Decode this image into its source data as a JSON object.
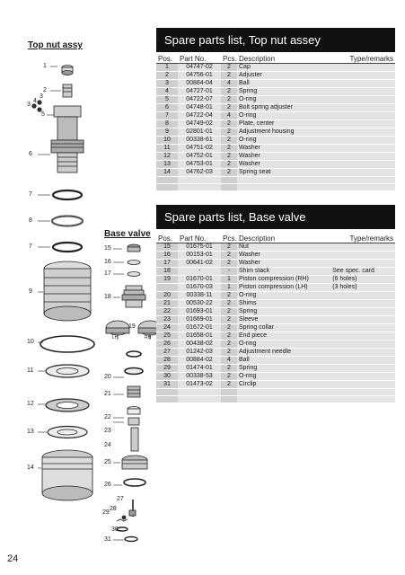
{
  "headings": {
    "top_nut": "Top nut assy",
    "base_valve": "Base valve"
  },
  "top_panel": {
    "title": "Spare parts list, Top nut assey",
    "headers": {
      "pos": "Pos.",
      "part": "Part No.",
      "pcs": "Pcs.",
      "desc": "Description",
      "type": "Type/remarks"
    },
    "rows": [
      {
        "pos": "1",
        "part": "04747-02",
        "pcs": "2",
        "desc": "Cap",
        "type": ""
      },
      {
        "pos": "2",
        "part": "04756-01",
        "pcs": "2",
        "desc": "Adjuster",
        "type": ""
      },
      {
        "pos": "3",
        "part": "00884-04",
        "pcs": "4",
        "desc": "Ball",
        "type": ""
      },
      {
        "pos": "4",
        "part": "04727-01",
        "pcs": "2",
        "desc": "Spring",
        "type": ""
      },
      {
        "pos": "5",
        "part": "04722-07",
        "pcs": "2",
        "desc": "O-ring",
        "type": ""
      },
      {
        "pos": "6",
        "part": "04748-01",
        "pcs": "2",
        "desc": "Bolt spring adjuster",
        "type": ""
      },
      {
        "pos": "7",
        "part": "04722-04",
        "pcs": "4",
        "desc": "O-ring",
        "type": ""
      },
      {
        "pos": "8",
        "part": "04749-02",
        "pcs": "2",
        "desc": "Plate, center",
        "type": ""
      },
      {
        "pos": "9",
        "part": "02801-01",
        "pcs": "2",
        "desc": "Adjustment housing",
        "type": ""
      },
      {
        "pos": "10",
        "part": "00338-61",
        "pcs": "2",
        "desc": "O-ring",
        "type": ""
      },
      {
        "pos": "11",
        "part": "04751-02",
        "pcs": "2",
        "desc": "Washer",
        "type": ""
      },
      {
        "pos": "12",
        "part": "04752-01",
        "pcs": "2",
        "desc": "Washer",
        "type": ""
      },
      {
        "pos": "13",
        "part": "04753-01",
        "pcs": "2",
        "desc": "Washer",
        "type": ""
      },
      {
        "pos": "14",
        "part": "04762-03",
        "pcs": "2",
        "desc": "Spring seat",
        "type": ""
      }
    ]
  },
  "base_panel": {
    "title": "Spare parts list, Base valve",
    "headers": {
      "pos": "Pos.",
      "part": "Part No.",
      "pcs": "Pcs.",
      "desc": "Description",
      "type": "Type/remarks"
    },
    "rows": [
      {
        "pos": "15",
        "part": "01675-01",
        "pcs": "2",
        "desc": "Nut",
        "type": ""
      },
      {
        "pos": "16",
        "part": "00153-01",
        "pcs": "2",
        "desc": "Washer",
        "type": ""
      },
      {
        "pos": "17",
        "part": "00641-02",
        "pcs": "2",
        "desc": "Washer",
        "type": ""
      },
      {
        "pos": "18",
        "part": "-",
        "pcs": "-",
        "desc": "Shim stack",
        "type": "See spec. card"
      },
      {
        "pos": "19",
        "part": "01670-01",
        "pcs": "1",
        "desc": "Piston compression (RH)",
        "type": "(6 holes)"
      },
      {
        "pos": "",
        "part": "01670-03",
        "pcs": "1",
        "desc": "Piston compression (LH)",
        "type": "(3 holes)"
      },
      {
        "pos": "20",
        "part": "00338-11",
        "pcs": "2",
        "desc": "O-ring",
        "type": ""
      },
      {
        "pos": "21",
        "part": "00530-22",
        "pcs": "2",
        "desc": "Shims",
        "type": ""
      },
      {
        "pos": "22",
        "part": "01693-01",
        "pcs": "2",
        "desc": "Spring",
        "type": ""
      },
      {
        "pos": "23",
        "part": "01669-01",
        "pcs": "2",
        "desc": "Sleeve",
        "type": ""
      },
      {
        "pos": "24",
        "part": "01672-01",
        "pcs": "2",
        "desc": "Spring collar",
        "type": ""
      },
      {
        "pos": "25",
        "part": "01658-01",
        "pcs": "2",
        "desc": "End piece",
        "type": ""
      },
      {
        "pos": "26",
        "part": "00438-02",
        "pcs": "2",
        "desc": "O-ring",
        "type": ""
      },
      {
        "pos": "27",
        "part": "01242-03",
        "pcs": "2",
        "desc": "Adjustment needle",
        "type": ""
      },
      {
        "pos": "28",
        "part": "00884-02",
        "pcs": "4",
        "desc": "Ball",
        "type": ""
      },
      {
        "pos": "29",
        "part": "01474-01",
        "pcs": "2",
        "desc": "Spring",
        "type": ""
      },
      {
        "pos": "30",
        "part": "00338-53",
        "pcs": "2",
        "desc": "O-ring",
        "type": ""
      },
      {
        "pos": "31",
        "part": "01473-02",
        "pcs": "2",
        "desc": "Circlip",
        "type": ""
      }
    ]
  },
  "callouts": {
    "c1": "1",
    "c2": "2",
    "c3": "3",
    "c4": "4",
    "c3b": "3",
    "c5": "5",
    "c6": "6",
    "c7": "7",
    "c8": "8",
    "c7b": "7",
    "c9": "9",
    "c10": "10",
    "c11": "11",
    "c12": "12",
    "c13": "13",
    "c14": "14",
    "c15": "15",
    "c16": "16",
    "c17": "17",
    "c18": "18",
    "c19": "19",
    "c20": "20",
    "c21": "21",
    "c22": "22",
    "c23": "23",
    "c24": "24",
    "c25": "25",
    "c26": "26",
    "c27": "27",
    "c28": "28",
    "c29": "29",
    "c30": "30",
    "c31": "31",
    "lh": "LH",
    "rh": "RH"
  },
  "page_number": "24"
}
